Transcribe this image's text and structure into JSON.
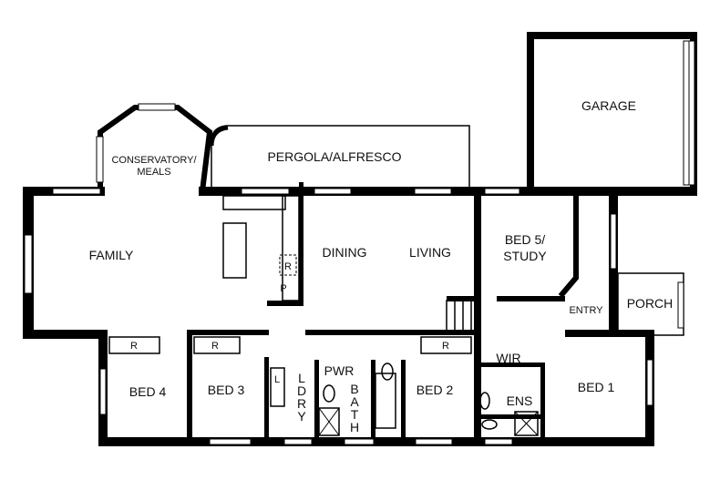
{
  "rooms": {
    "garage": "GARAGE",
    "pergola": "PERGOLA/ALFRESCO",
    "conservatory_line1": "CONSERVATORY/",
    "conservatory_line2": "MEALS",
    "family": "FAMILY",
    "dining": "DINING",
    "living": "LIVING",
    "bed5_line1": "BED 5/",
    "bed5_line2": "STUDY",
    "entry": "ENTRY",
    "porch": "PORCH",
    "bed4": "BED 4",
    "bed3": "BED 3",
    "laundry_letters": [
      "L",
      "D",
      "R",
      "Y"
    ],
    "powder": "PWR",
    "bath_letters": [
      "B",
      "A",
      "T",
      "H"
    ],
    "bed2": "BED 2",
    "wir": "WIR",
    "ensuite": "ENS",
    "bed1": "BED 1"
  },
  "fixtures": {
    "robe": "R",
    "fridge": "R",
    "pantry": "P",
    "laundry_tub": "L"
  }
}
